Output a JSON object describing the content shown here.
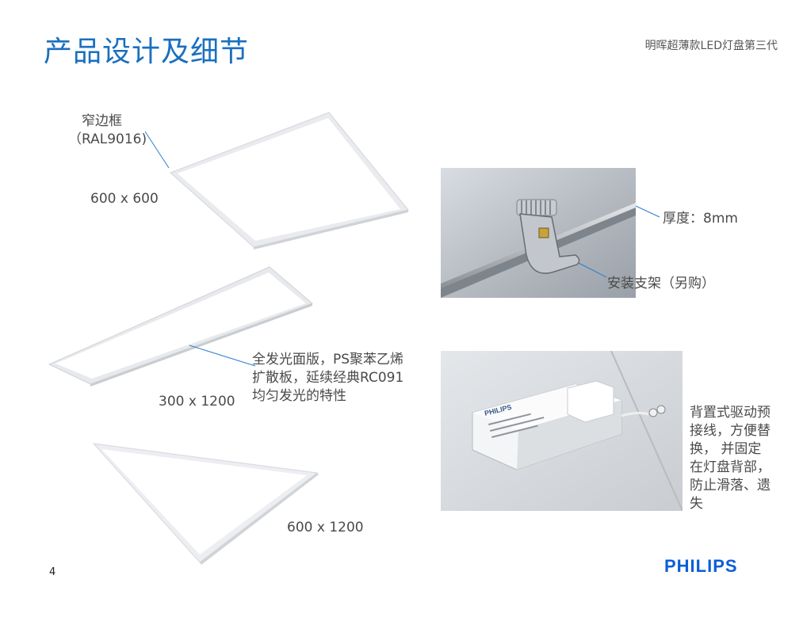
{
  "header": {
    "title": "产品设计及细节",
    "subtitle": "明晖超薄款LED灯盘第三代"
  },
  "panels": {
    "square": {
      "callout_line1": "窄边框",
      "callout_line2": "（RAL9016)",
      "size": "600 x 600"
    },
    "long": {
      "callout_line1": "全发光面版，PS聚苯乙烯",
      "callout_line2": "扩散板，延续经典RC091",
      "callout_line3": "均匀发光的特性",
      "size": "300 x 1200"
    },
    "rect": {
      "size": "600 x 1200"
    }
  },
  "details": {
    "bracket": {
      "thickness": "厚度：8mm",
      "mount": "安装支架（另购）"
    },
    "driver": {
      "lines": [
        "背置式驱动预",
        "接线，方便替",
        "换， 并固定",
        "在灯盘背部，",
        "防止滑落、遗",
        "失"
      ],
      "driver_brand": "PHILIPS"
    }
  },
  "footer": {
    "page": "4",
    "brand": "PHILIPS"
  },
  "colors": {
    "title": "#1a6fbf",
    "brand": "#0b5ed7",
    "callout_line": "#2a7fd0"
  }
}
